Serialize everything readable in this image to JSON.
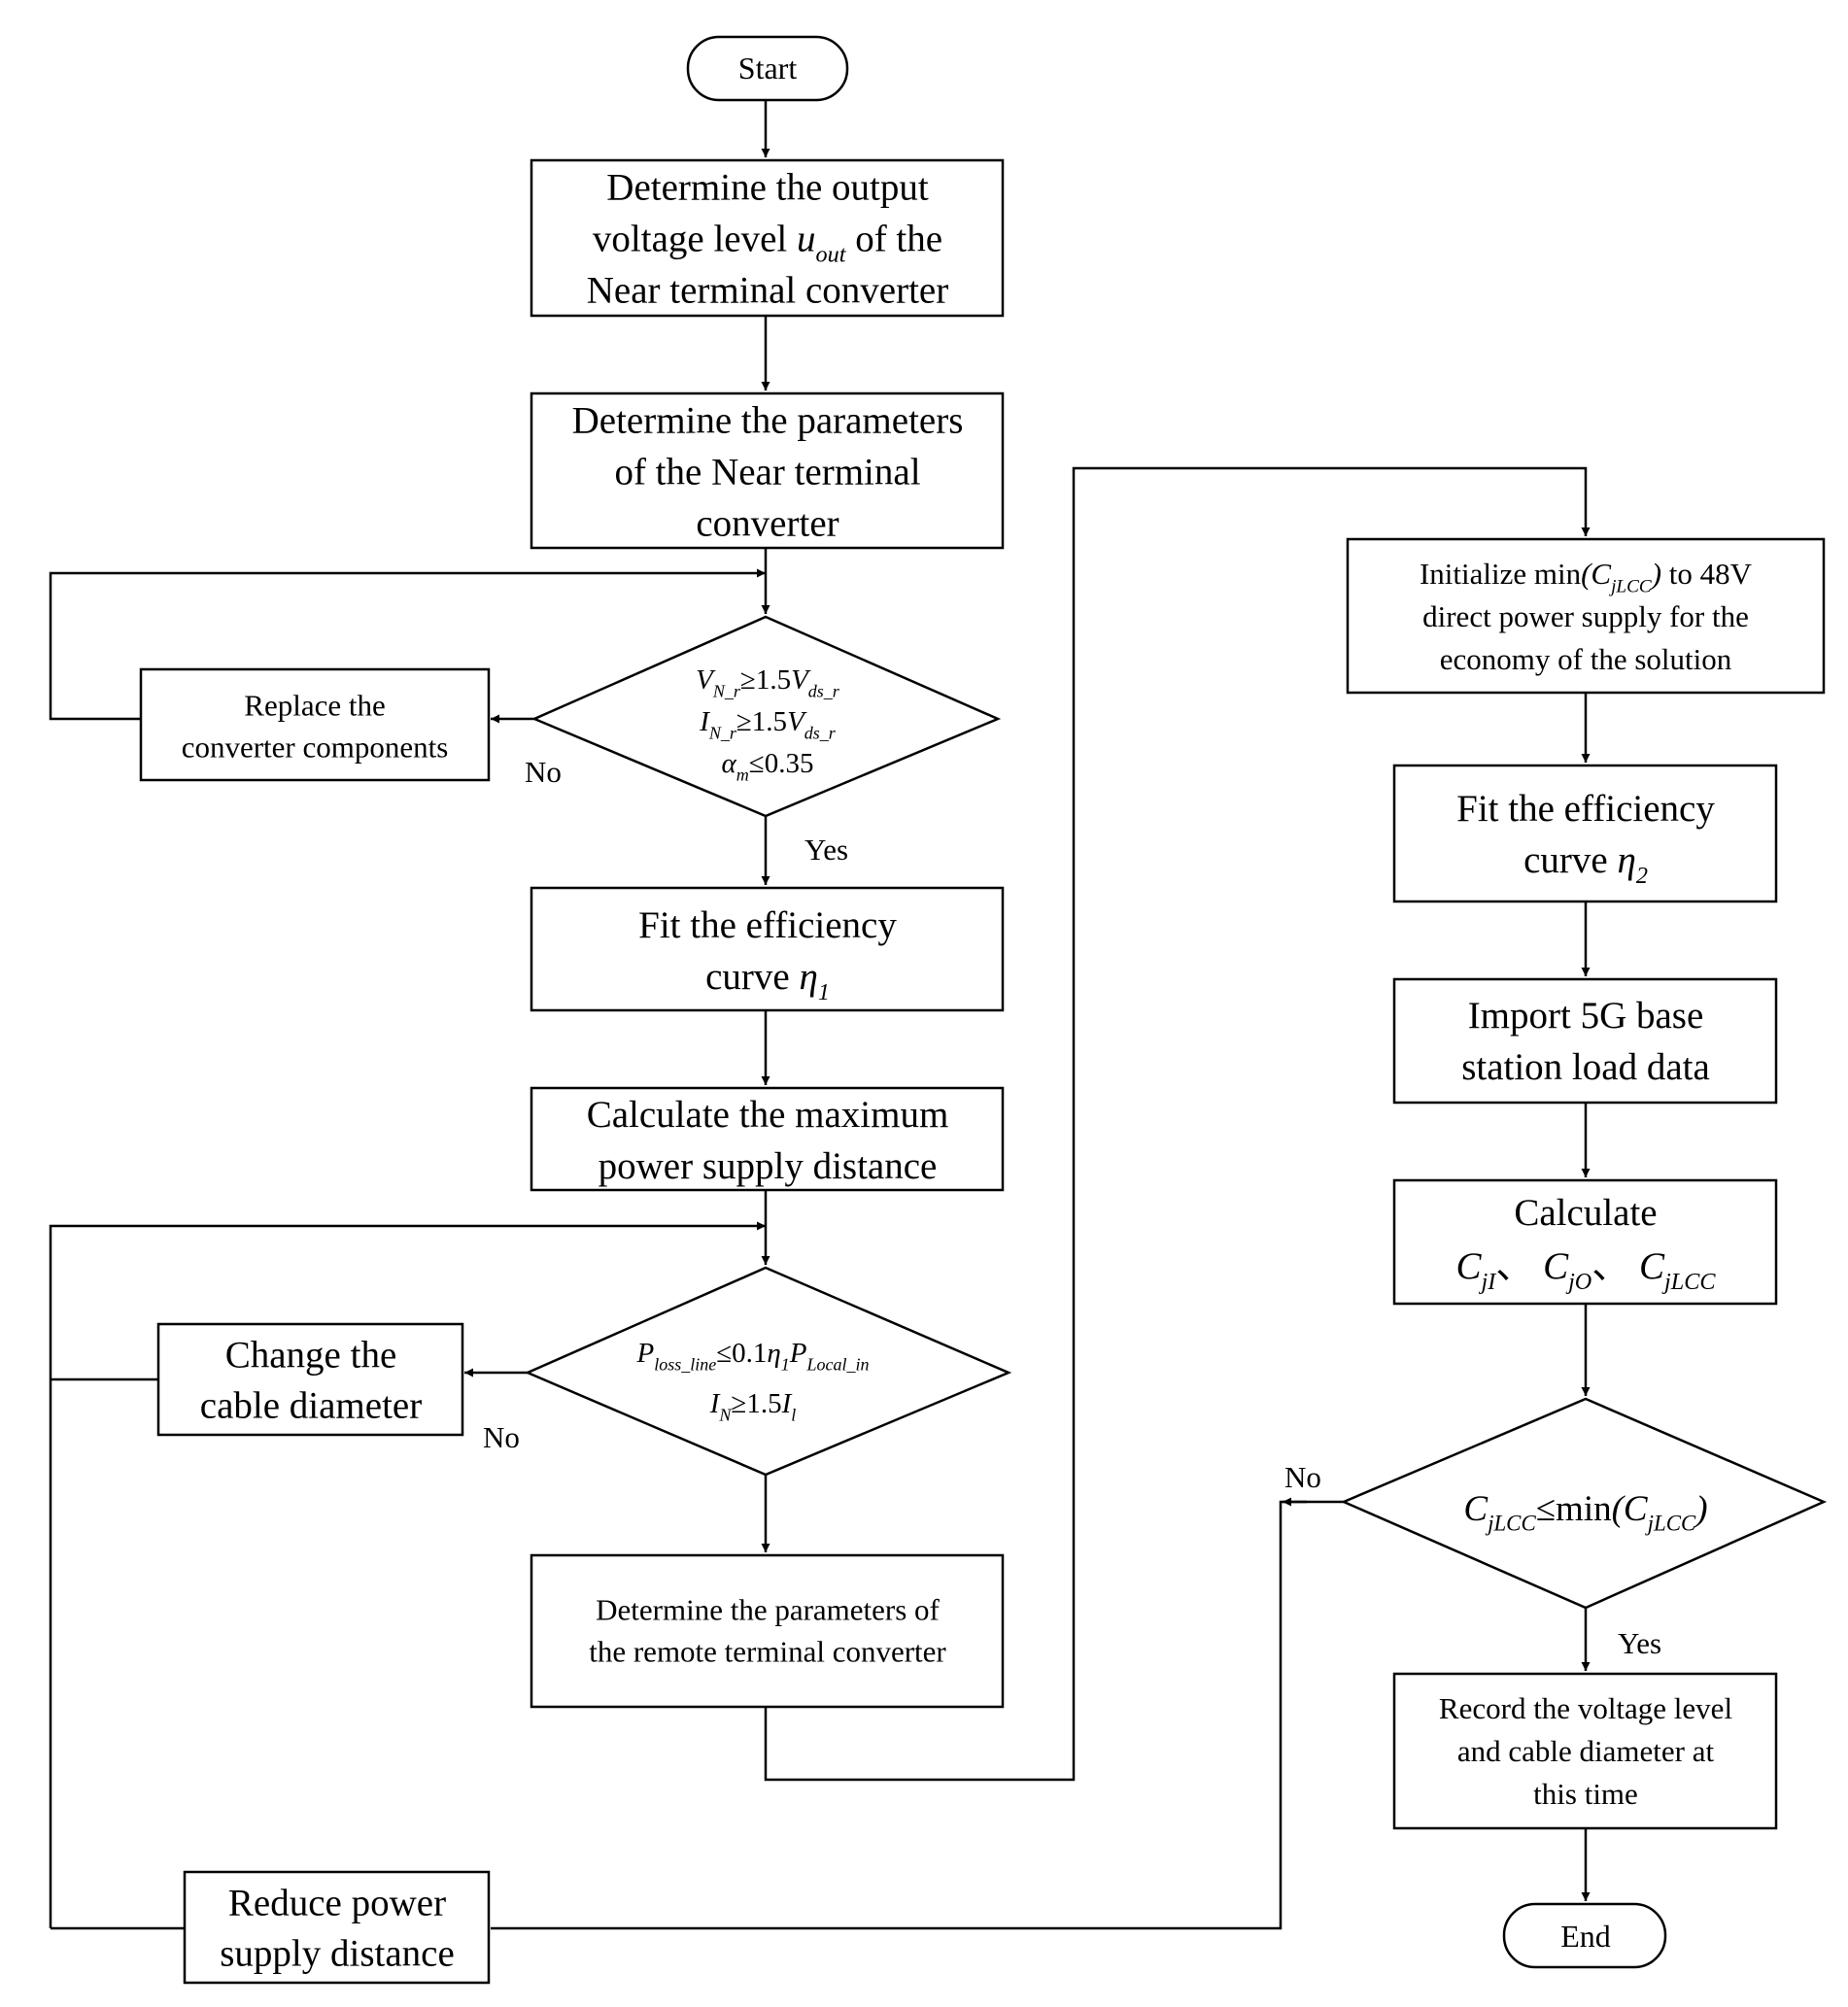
{
  "nodes": {
    "start": {
      "lines": [
        [
          "Start"
        ]
      ]
    },
    "determine_output": {
      "lines": [
        [
          "Determine the output"
        ],
        [
          "voltage level ",
          {
            "t": "u",
            "i": true
          },
          {
            "t": "out",
            "i": true,
            "sub": true
          },
          " of the"
        ],
        [
          "Near terminal converter"
        ]
      ]
    },
    "determine_near": {
      "lines": [
        [
          "Determine the parameters"
        ],
        [
          "of the Near terminal"
        ],
        [
          "converter"
        ]
      ]
    },
    "decision1": {
      "lines": [
        [
          {
            "t": "V",
            "i": true
          },
          {
            "t": "N_r",
            "i": true,
            "sub": true
          },
          "≥1.5",
          {
            "t": "V",
            "i": true
          },
          {
            "t": "ds_r",
            "i": true,
            "sub": true
          }
        ],
        [
          {
            "t": "I",
            "i": true
          },
          {
            "t": "N_r",
            "i": true,
            "sub": true
          },
          "≥1.5",
          {
            "t": "V",
            "i": true
          },
          {
            "t": "ds_r",
            "i": true,
            "sub": true
          }
        ],
        [
          {
            "t": "α",
            "i": true
          },
          {
            "t": "m",
            "i": true,
            "sub": true
          },
          "≤0.35"
        ]
      ]
    },
    "replace_components": {
      "lines": [
        [
          "Replace the"
        ],
        [
          "converter components"
        ]
      ]
    },
    "fit_eta1": {
      "lines": [
        [
          "Fit the efficiency"
        ],
        [
          "curve ",
          {
            "t": "η",
            "i": true
          },
          {
            "t": "1",
            "i": true,
            "sub": true
          }
        ]
      ]
    },
    "calc_max_distance": {
      "lines": [
        [
          "Calculate the maximum"
        ],
        [
          "power supply distance"
        ]
      ]
    },
    "decision2": {
      "lines": [
        [
          {
            "t": "P",
            "i": true
          },
          {
            "t": "loss_line",
            "i": true,
            "sub": true
          },
          "≤0.1",
          {
            "t": "η",
            "i": true
          },
          {
            "t": "1",
            "i": true,
            "sub": true
          },
          {
            "t": "P",
            "i": true
          },
          {
            "t": "Local_in",
            "i": true,
            "sub": true
          }
        ],
        [
          {
            "t": "I",
            "i": true
          },
          {
            "t": "N",
            "i": true,
            "sub": true
          },
          "≥1.5",
          {
            "t": "I",
            "i": true
          },
          {
            "t": "l",
            "i": true,
            "sub": true
          }
        ]
      ]
    },
    "change_cable": {
      "lines": [
        [
          "Change the"
        ],
        [
          "cable diameter"
        ]
      ]
    },
    "determine_remote": {
      "lines": [
        [
          "Determine the parameters of"
        ],
        [
          "the remote terminal converter"
        ]
      ]
    },
    "reduce_distance": {
      "lines": [
        [
          "Reduce power"
        ],
        [
          "supply distance"
        ]
      ]
    },
    "initialize_min": {
      "lines": [
        [
          "Initialize min",
          {
            "t": "(C",
            "i": true
          },
          {
            "t": "jLCC",
            "i": true,
            "sub": true
          },
          {
            "t": ")",
            "i": true
          },
          " to 48V"
        ],
        [
          "direct power supply for the"
        ],
        [
          "economy of the solution"
        ]
      ]
    },
    "fit_eta2": {
      "lines": [
        [
          "Fit the efficiency"
        ],
        [
          "curve ",
          {
            "t": "η",
            "i": true
          },
          {
            "t": "2",
            "i": true,
            "sub": true
          }
        ]
      ]
    },
    "import_load": {
      "lines": [
        [
          "Import 5G base"
        ],
        [
          "station load data"
        ]
      ]
    },
    "calculate_c": {
      "lines": [
        [
          "Calculate"
        ],
        [
          {
            "t": "C",
            "i": true
          },
          {
            "t": "jI",
            "i": true,
            "sub": true
          },
          "、 ",
          {
            "t": "C",
            "i": true
          },
          {
            "t": "jO",
            "i": true,
            "sub": true
          },
          "、 ",
          {
            "t": "C",
            "i": true
          },
          {
            "t": "jLCC",
            "i": true,
            "sub": true
          }
        ]
      ]
    },
    "decision3": {
      "lines": [
        [
          {
            "t": "C",
            "i": true
          },
          {
            "t": "jLCC",
            "i": true,
            "sub": true
          },
          "≤min",
          {
            "t": "(C",
            "i": true
          },
          {
            "t": "jLCC",
            "i": true,
            "sub": true
          },
          {
            "t": ")",
            "i": true
          }
        ]
      ]
    },
    "record": {
      "lines": [
        [
          "Record the voltage level"
        ],
        [
          "and cable diameter at"
        ],
        [
          "this time"
        ]
      ]
    },
    "end": {
      "lines": [
        [
          "End"
        ]
      ]
    }
  },
  "edge_labels": {
    "no1": "No",
    "yes1": "Yes",
    "no2": "No",
    "no3": "No",
    "yes3": "Yes"
  }
}
